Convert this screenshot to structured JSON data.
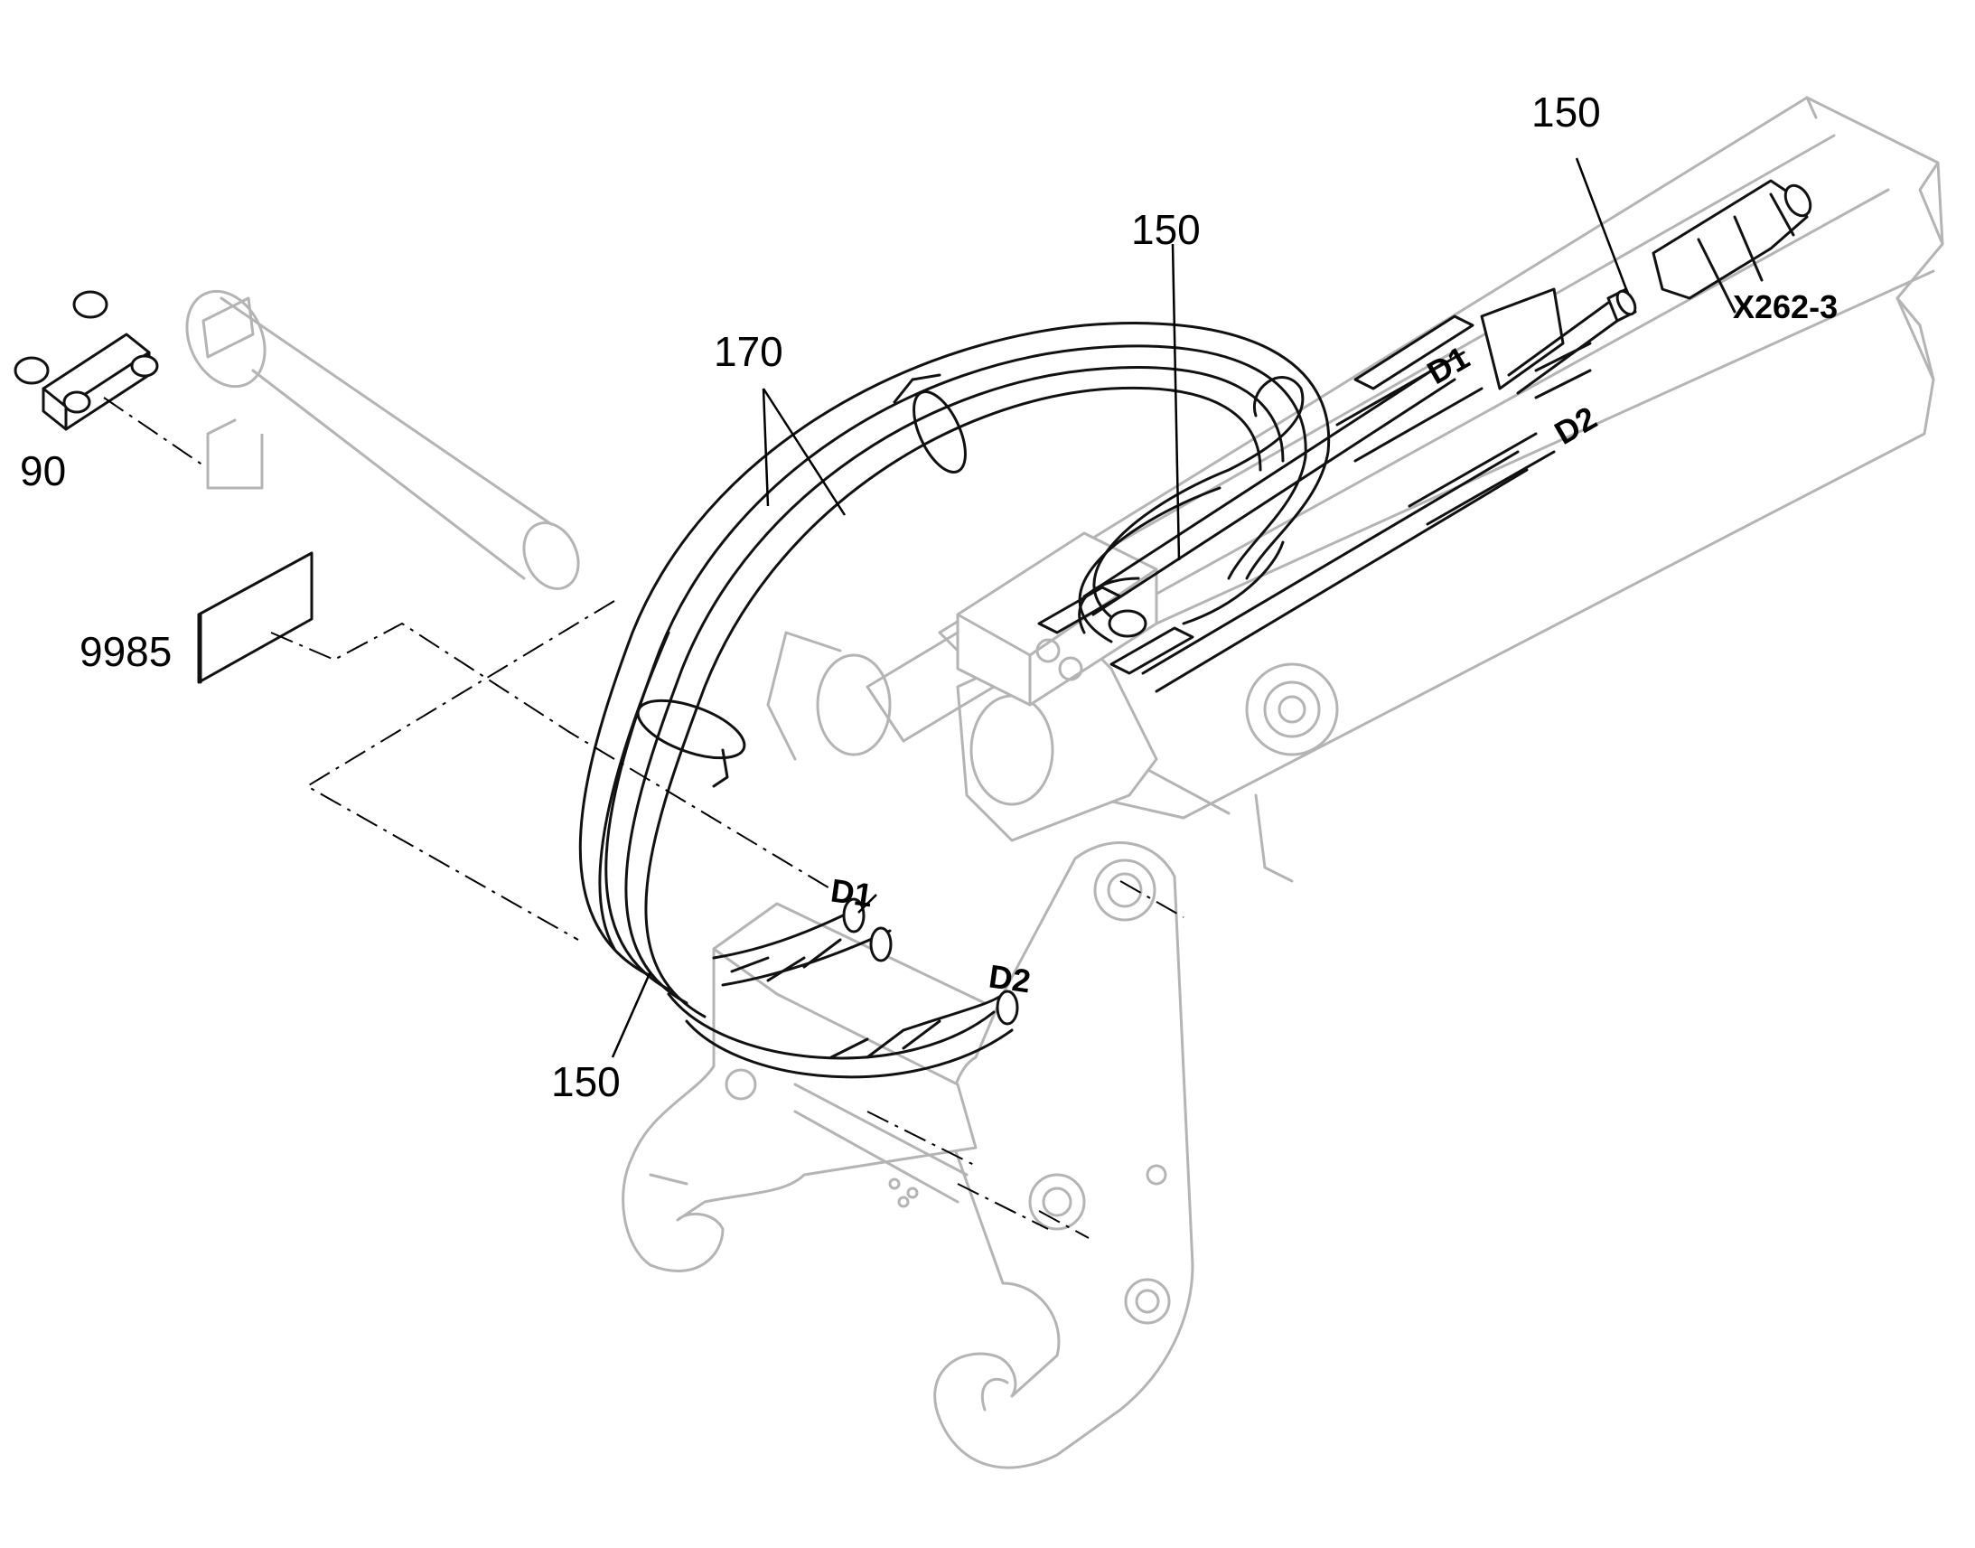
{
  "callouts": {
    "c90": "90",
    "c9985": "9985",
    "c170": "170",
    "c150_top": "150",
    "c150_mid": "150",
    "c150_bottom": "150",
    "connector": "X262-3",
    "d1_upper": "D1",
    "d2_upper": "D2",
    "d1_lower": "D1",
    "d2_lower": "D2"
  }
}
